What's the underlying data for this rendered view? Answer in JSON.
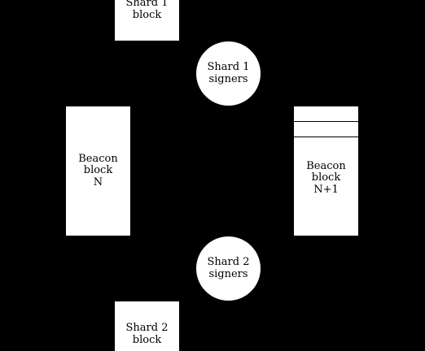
{
  "diagram": {
    "background": "#000000",
    "node_fill": "#ffffff",
    "text_color": "#000000",
    "nodes": {
      "shard1_block": {
        "label": "Shard 1\nblock"
      },
      "shard1_signers": {
        "label": "Shard 1\nsigners"
      },
      "beacon_n": {
        "label": "Beacon\nblock\nN"
      },
      "beacon_n1": {
        "label": "Beacon\nblock\nN+1"
      },
      "shard2_signers": {
        "label": "Shard 2\nsigners"
      },
      "shard2_block": {
        "label": "Shard 2\nblock"
      }
    }
  }
}
